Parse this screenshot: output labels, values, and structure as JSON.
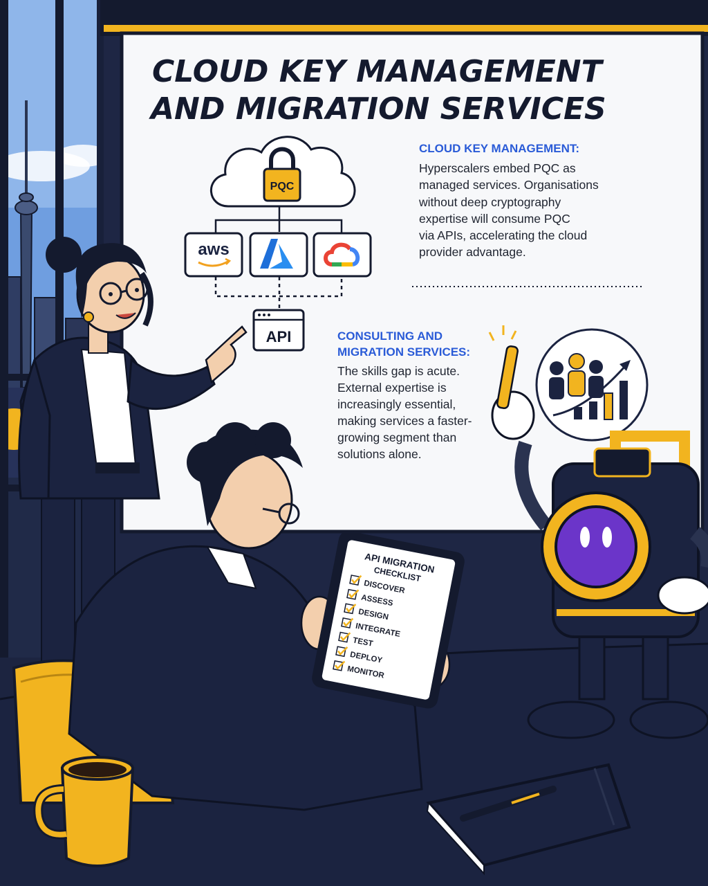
{
  "screen": {
    "title_line1": "CLOUD KEY MANAGEMENT",
    "title_line2": "AND MIGRATION SERVICES",
    "diagram": {
      "lock_label": "PQC",
      "providers": [
        "aws",
        "azure-logo",
        "google-cloud-logo"
      ],
      "api_label": "API"
    },
    "section1": {
      "heading": "CLOUD KEY MANAGEMENT:",
      "lines": [
        "Hyperscalers embed PQC as",
        "managed services. Organisations",
        "without deep cryptography",
        "expertise will consume PQC",
        "via APIs, accelerating the cloud",
        "provider advantage."
      ]
    },
    "section2": {
      "heading_lines": [
        "CONSULTING AND",
        "MIGRATION SERVICES:"
      ],
      "lines": [
        "The skills gap is acute.",
        "External expertise is",
        "increasingly essential,",
        "making services a faster-",
        "growing segment than",
        "solutions alone."
      ]
    }
  },
  "tablet": {
    "title_lines": [
      "API MIGRATION",
      "CHECKLIST"
    ],
    "items": [
      "DISCOVER",
      "ASSESS",
      "DESIGN",
      "INTEGRATE",
      "TEST",
      "DEPLOY",
      "MONITOR"
    ]
  },
  "colors": {
    "navy": "#1b2340",
    "gold": "#f2b41f",
    "accent_blue": "#2a5bd7",
    "robot_face": "#6b35c9"
  }
}
